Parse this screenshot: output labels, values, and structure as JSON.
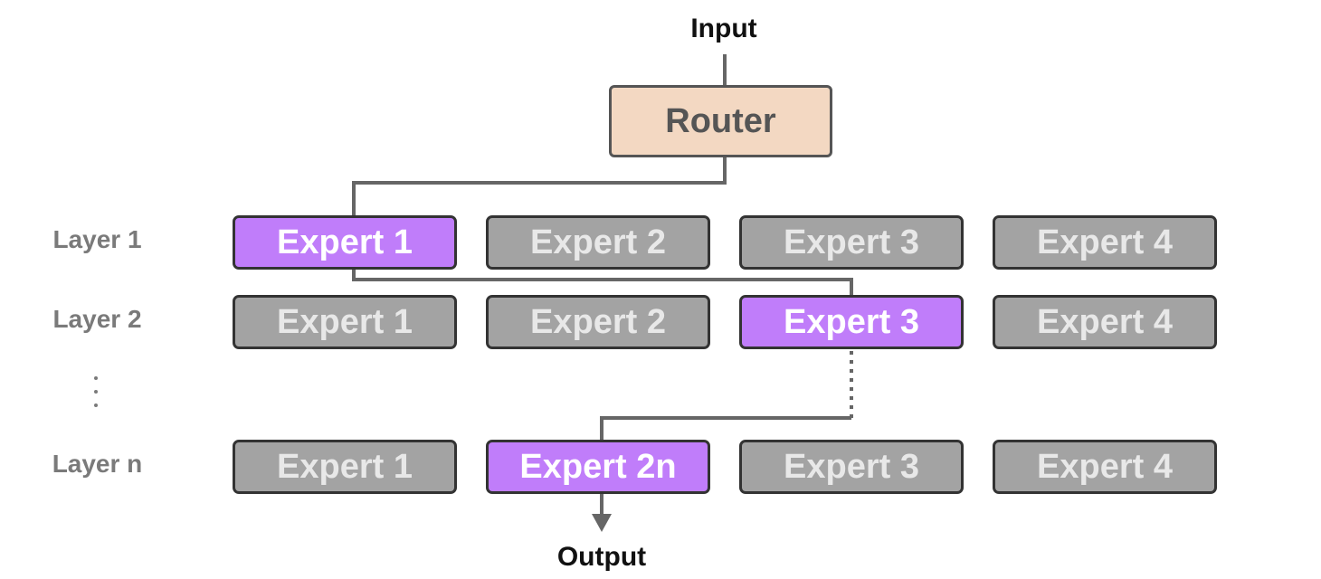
{
  "colors": {
    "router_bg": "#f3d8c2",
    "active_expert_bg": "#c07dfa",
    "inactive_expert_bg": "#a3a3a3",
    "line": "#666666"
  },
  "input_label": "Input",
  "output_label": "Output",
  "router_label": "Router",
  "layers": [
    {
      "label": "Layer 1",
      "experts": [
        {
          "label": "Expert 1",
          "active": true
        },
        {
          "label": "Expert 2",
          "active": false
        },
        {
          "label": "Expert 3",
          "active": false
        },
        {
          "label": "Expert 4",
          "active": false
        }
      ]
    },
    {
      "label": "Layer 2",
      "experts": [
        {
          "label": "Expert 1",
          "active": false
        },
        {
          "label": "Expert 2",
          "active": false
        },
        {
          "label": "Expert 3",
          "active": true
        },
        {
          "label": "Expert 4",
          "active": false
        }
      ]
    },
    {
      "label": "Layer n",
      "experts": [
        {
          "label": "Expert 1",
          "active": false
        },
        {
          "label": "Expert 2n",
          "active": true
        },
        {
          "label": "Expert 3",
          "active": false
        },
        {
          "label": "Expert 4",
          "active": false
        }
      ]
    }
  ]
}
